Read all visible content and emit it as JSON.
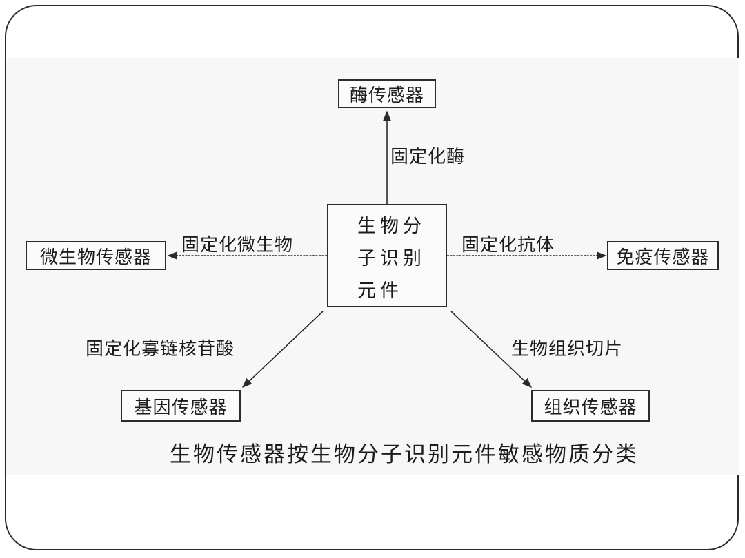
{
  "center": {
    "line1": "生物分",
    "line2": "子识别",
    "line3": "元件"
  },
  "nodes": {
    "top": "酶传感器",
    "left": "微生物传感器",
    "right": "免疫传感器",
    "bottom_left": "基因传感器",
    "bottom_right": "组织传感器"
  },
  "edges": {
    "top": "固定化酶",
    "left": "固定化微生物",
    "right": "固定化抗体",
    "bottom_left": "固定化寡链核苷酸",
    "bottom_right": "生物组织切片"
  },
  "caption": "生物传感器按生物分子识别元件敏感物质分类"
}
